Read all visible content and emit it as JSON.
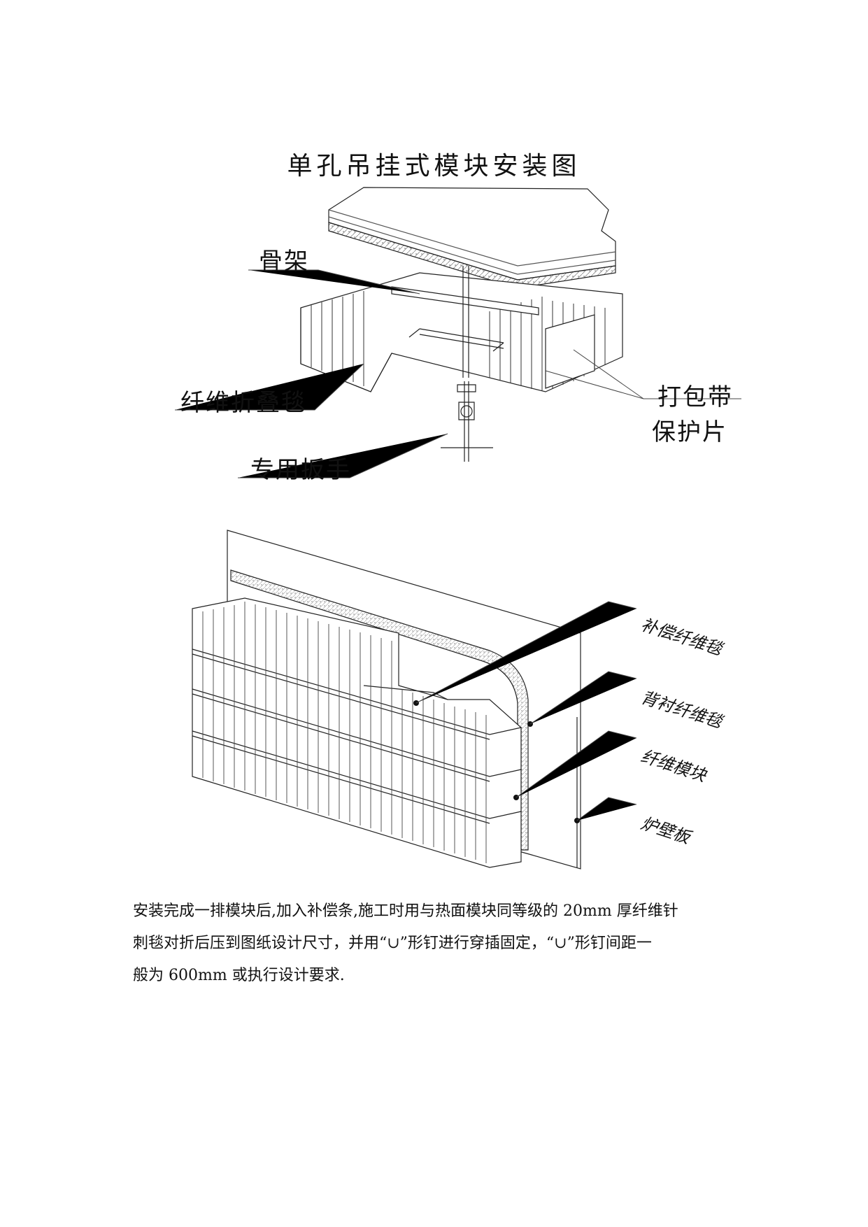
{
  "title": "单孔吊挂式模块安装图",
  "top_diagram": {
    "labels": {
      "frame": "骨架",
      "folded_blanket": "纤维折叠毯",
      "wrench": "专用扳手",
      "strap": "打包带",
      "protector": "保护片"
    }
  },
  "bottom_diagram": {
    "labels": {
      "compensation_blanket": "补偿纤维毯",
      "backing_blanket": "背衬纤维毯",
      "fiber_module": "纤维模块",
      "furnace_wall": "炉壁板"
    }
  },
  "description": {
    "line1": "安装完成一排模块后,加入补偿条,施工时用与热面模块同等级的 20mm 厚纤维针",
    "line2": "刺毯对折后压到图纸设计尺寸，并用“∪”形钉进行穿插固定，“∪”形钉间距一",
    "line3": "般为 600mm 或执行设计要求."
  }
}
